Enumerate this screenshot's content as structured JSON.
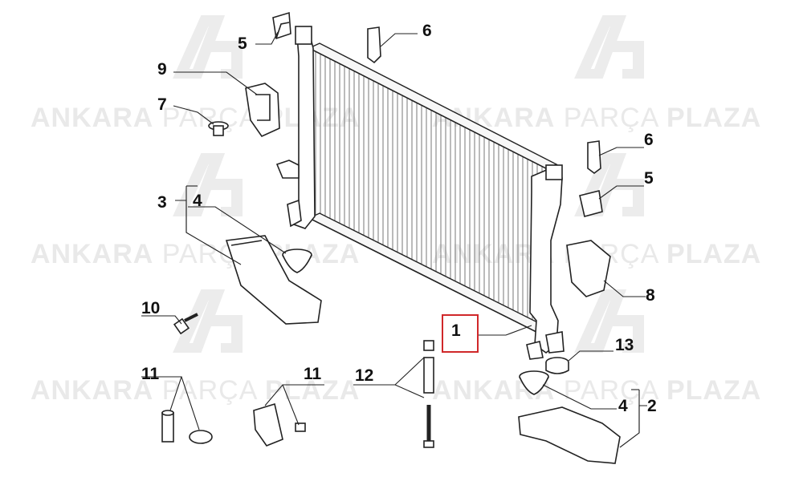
{
  "watermark": {
    "bold_left": "ANKARA",
    "light": "PARÇA",
    "bold_right": "PLAZA"
  },
  "callouts": {
    "c1": "1",
    "c2": "2",
    "c3": "3",
    "c4_left": "4",
    "c4_right": "4",
    "c5_top": "5",
    "c5_right": "5",
    "c6_top": "6",
    "c6_right": "6",
    "c7": "7",
    "c8": "8",
    "c9": "9",
    "c10": "10",
    "c11_left": "11",
    "c11_right": "11",
    "c12": "12",
    "c13": "13"
  },
  "colors": {
    "highlight": "#d0282a",
    "watermark": "#e9e9e9",
    "line": "#222222"
  }
}
